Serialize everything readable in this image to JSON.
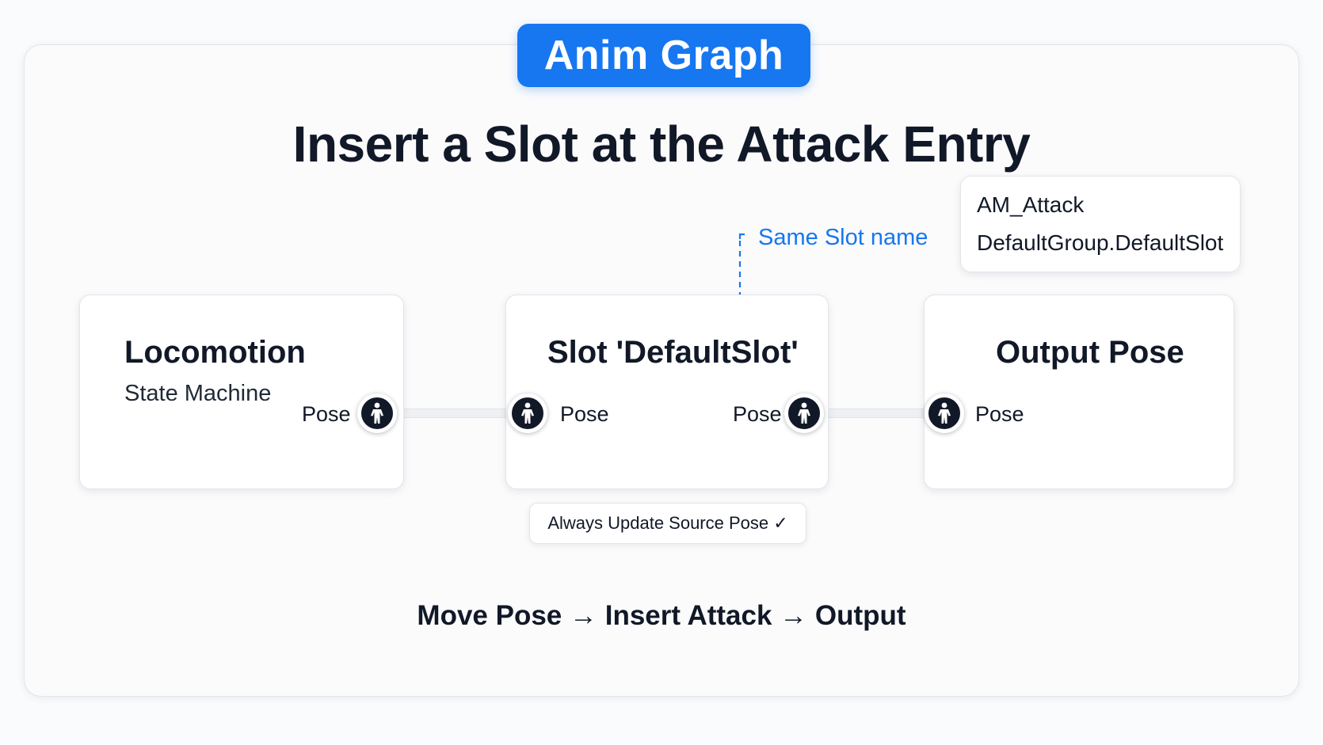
{
  "header": {
    "badge_label": "Anim Graph",
    "title": "Insert a Slot at the Attack Entry"
  },
  "annotation": {
    "text": "Same Slot name"
  },
  "montage_info": {
    "asset": "AM_Attack",
    "slot": "DefaultGroup.DefaultSlot"
  },
  "nodes": [
    {
      "title": "Locomotion",
      "subtitle": "State Machine",
      "output_pin": "Pose"
    },
    {
      "title": "Slot 'DefaultSlot'",
      "input_pin": "Pose",
      "output_pin": "Pose"
    },
    {
      "title": "Output Pose",
      "input_pin": "Pose"
    }
  ],
  "slot_option": {
    "label": "Always Update Source Pose ✓"
  },
  "flow_caption": "Move Pose → Insert Attack → Output",
  "colors": {
    "accent": "#1677f0",
    "pin": "#111827",
    "text": "#111827"
  },
  "icons": {
    "pin": "person-icon",
    "arrow": "arrow-down-icon"
  }
}
